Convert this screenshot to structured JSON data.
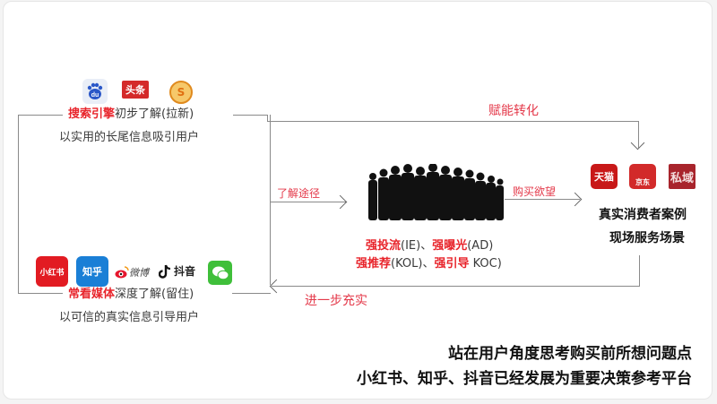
{
  "top_section": {
    "icons": [
      "baidu-icon",
      "toutiao-icon",
      "sogou-icon"
    ],
    "toutiao_label": "头条",
    "baidu_label": "du",
    "sogou_label": "S",
    "highlight": "搜索引擎",
    "title_rest": "初步了解(拉新)",
    "subtitle": "以实用的长尾信息吸引用户"
  },
  "bottom_section": {
    "xiaohongshu_label": "小红书",
    "zhihu_label": "知乎",
    "weibo_label": "微博",
    "douyin_label": "抖音",
    "wechat_label": "",
    "highlight": "常看媒体",
    "title_rest": "深度了解(留住)",
    "subtitle": "以可信的真实信息引导用户"
  },
  "arrows": {
    "top": "赋能转化",
    "left_to_center": "了解途径",
    "center_to_right": "购买欲望",
    "bottom": "进一步充实"
  },
  "center": {
    "line1": [
      {
        "text": "强投流",
        "red": true
      },
      {
        "text": "(IE)、",
        "red": false
      },
      {
        "text": "强曝光",
        "red": true
      },
      {
        "text": "(AD)",
        "red": false
      }
    ],
    "line2": [
      {
        "text": "强推荐",
        "red": true
      },
      {
        "text": "(KOL)、",
        "red": false
      },
      {
        "text": "强引导",
        "red": true
      },
      {
        "text": " KOC)",
        "red": false
      }
    ]
  },
  "right_section": {
    "tmall_label": "天猫",
    "jd_label": "京东",
    "private_label": "私域",
    "line1": "真实消费者案例",
    "line2": "现场服务场景"
  },
  "footer": {
    "line1": "站在用户角度思考购买前所想问题点",
    "line2": "小红书、知乎、抖音已经发展为重要决策参考平台"
  },
  "colors": {
    "accent_red": "#e8242b",
    "arrow_label_pink": "#e4394a",
    "line_gray": "#8a8a8a"
  }
}
